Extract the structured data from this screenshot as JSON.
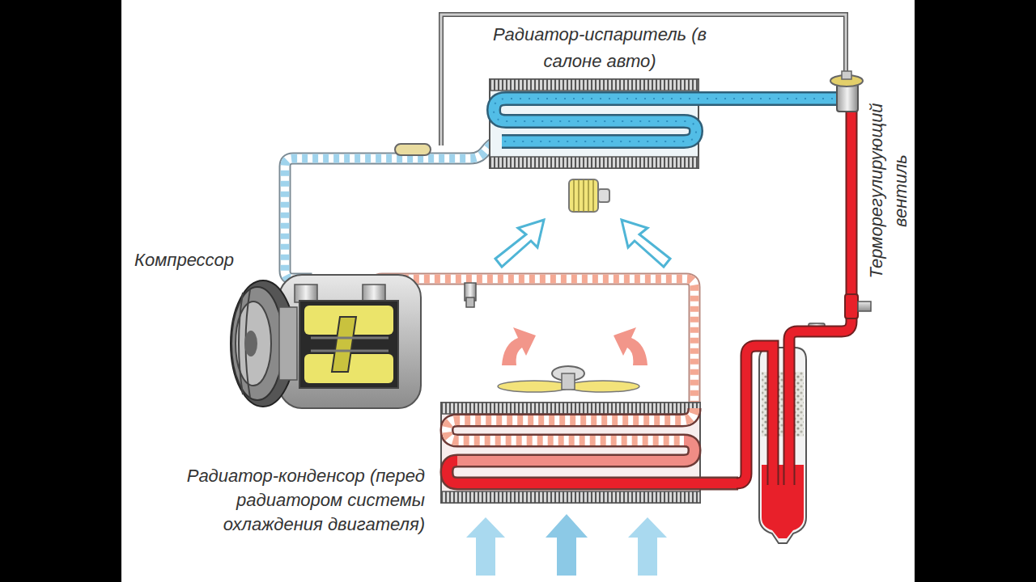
{
  "diagram": {
    "labels": [
      "Радиатор-испаритель (в салоне авто)",
      "Компрессор",
      "Радиатор-конденсор (перед радиатором системы охлаждения двигателя)",
      "Терморегулирующий вентиль"
    ]
  }
}
